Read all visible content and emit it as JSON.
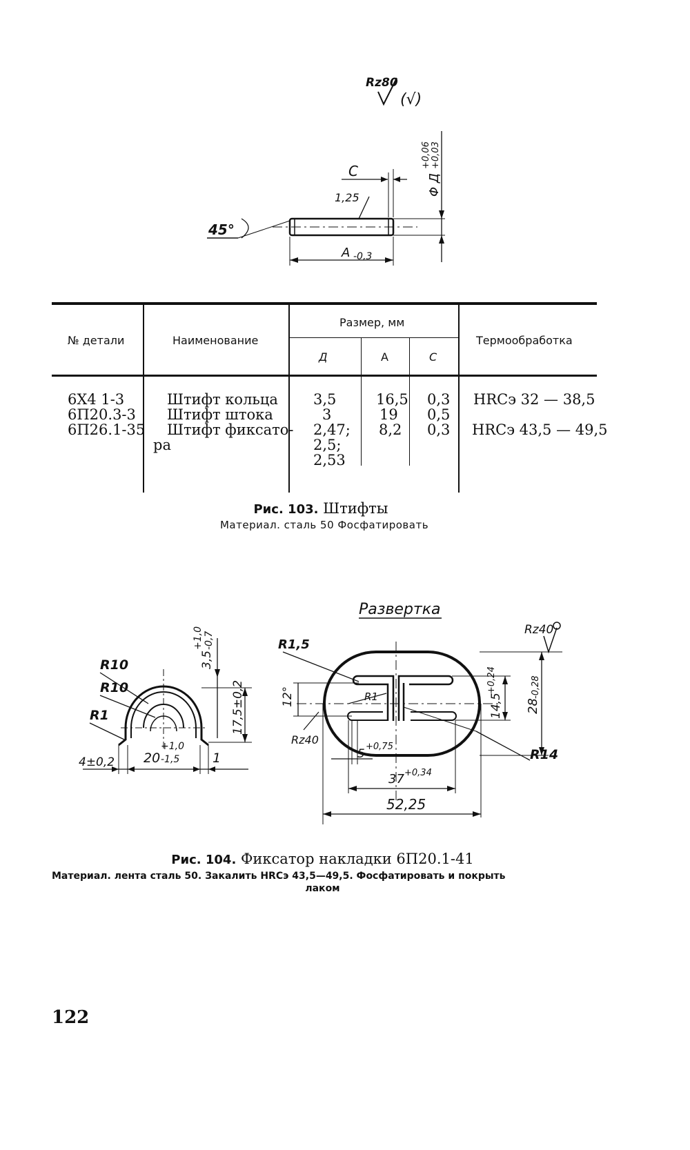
{
  "figure103": {
    "roughness_main": "Rz80",
    "roughness_alt": "(√)",
    "dim_c": "C",
    "dim_chamfer": "1,25",
    "dim_angle": "45°",
    "dim_length": "A",
    "dim_length_tol": "-0,3",
    "dim_diameter": "Φ Д",
    "dim_diameter_tol_upper": "+0,06",
    "dim_diameter_tol_lower": "+0,03",
    "caption_label": "Рис. 103.",
    "caption_title": "Штифты",
    "caption_note": "Материал. сталь 50 Фосфатировать"
  },
  "table": {
    "headers": {
      "part_no": "№ детали",
      "name": "Наименование",
      "size": "Размер, мм",
      "d": "Д",
      "a": "А",
      "c": "С",
      "heat": "Термообработка"
    },
    "rows": [
      {
        "part_no": "6Х4 1-3",
        "name": "Штифт кольца",
        "d": "3,5",
        "a": "16,5",
        "c": "0,3",
        "heat": "HRCэ 32 — 38,5"
      },
      {
        "part_no": "6П20.3-3",
        "name": "Штифт штока",
        "d": "3",
        "a": "19",
        "c": "0,5",
        "heat": ""
      },
      {
        "part_no": "6П26.1-35",
        "name": "Штифт фиксато-",
        "name_cont": "ра",
        "d": "2,47;",
        "d2": "2,5;",
        "d3": "2,53",
        "a": "8,2",
        "c": "0,3",
        "heat": "HRCэ 43,5 — 49,5"
      }
    ]
  },
  "figure104": {
    "view_title": "Развертка",
    "roughness_right": "Rz40",
    "roughness_left": "Rz40",
    "left_r10_a": "R10",
    "left_r10_b": "R10",
    "left_r1": "R1",
    "left_dim_top": "3,5",
    "left_dim_top_tol_u": "+1,0",
    "left_dim_top_tol_l": "-0,7",
    "left_dim_height": "17,5±0,2",
    "left_dim_width": "20",
    "left_dim_width_tol_u": "+1,0",
    "left_dim_width_tol_l": "-1,5",
    "left_dim_flange": "4±0,2",
    "left_dim_thickness": "1",
    "right_r15": "R1,5",
    "right_r1": "R1",
    "right_r14": "R14",
    "right_angle": "12°",
    "right_dim_slot_h": "14,5",
    "right_dim_slot_h_tol": "+0,24",
    "right_dim_h": "28",
    "right_dim_h_tol": "-0,28",
    "right_dim_slot_w": "5",
    "right_dim_slot_w_tol": "+0,75",
    "right_dim_inner": "37",
    "right_dim_inner_tol": "+0,34",
    "right_dim_total": "52,25",
    "caption_label": "Рис. 104.",
    "caption_title": "Фиксатор накладки 6П20.1-41",
    "caption_note_1": "Материал. лента сталь 50. Закалить HRCэ 43,5—49,5. Фосфатировать и покрыть",
    "caption_note_2": "лаком"
  },
  "page_number": "122"
}
